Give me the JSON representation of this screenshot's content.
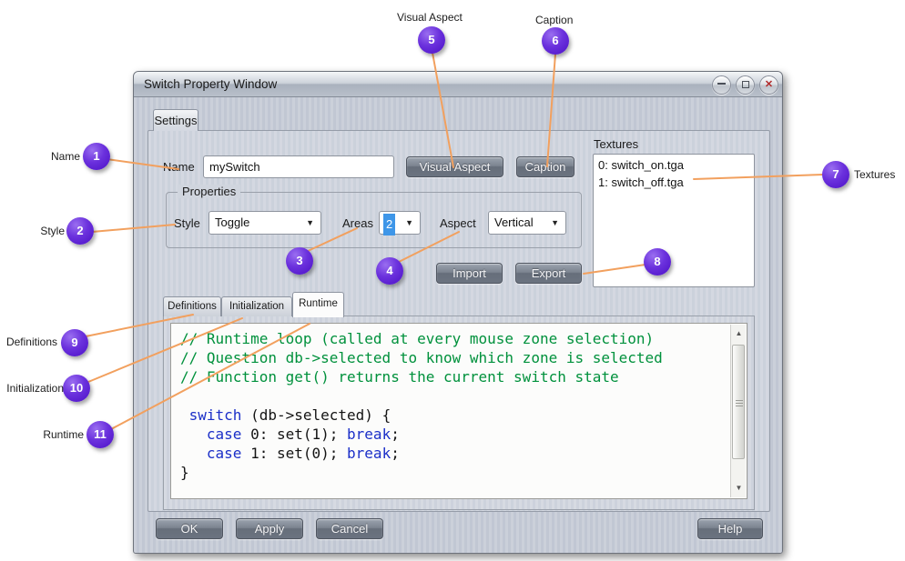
{
  "colors": {
    "callout_purple": "#5a1fd0",
    "connector_orange": "#f2a05e",
    "comment_green": "#00913c",
    "keyword_blue": "#1b2fc8",
    "selection_blue": "#3e96e8"
  },
  "window": {
    "title": "Switch Property Window",
    "controls": [
      {
        "name": "minimize"
      },
      {
        "name": "maximize"
      },
      {
        "name": "close",
        "glyph": "✕"
      }
    ],
    "settings_tab": "Settings",
    "name_row": {
      "label": "Name",
      "value": "mySwitch",
      "visual_aspect_button": "Visual Aspect",
      "caption_button": "Caption"
    },
    "textures": {
      "label": "Textures",
      "items": [
        "0: switch_on.tga",
        "1: switch_off.tga"
      ]
    },
    "properties": {
      "legend": "Properties",
      "style_label": "Style",
      "style_value": "Toggle",
      "areas_label": "Areas",
      "areas_value": "2",
      "aspect_label": "Aspect",
      "aspect_value": "Vertical"
    },
    "import_button": "Import",
    "export_button": "Export",
    "code_tabs": [
      "Definitions",
      "Initialization",
      "Runtime"
    ],
    "active_code_tab": "Runtime",
    "code": {
      "lines": [
        [
          {
            "c": "com",
            "t": "// Runtime loop (called at every mouse zone selection)"
          }
        ],
        [
          {
            "c": "com",
            "t": "// Question db->selected to know which zone is selected"
          }
        ],
        [
          {
            "c": "com",
            "t": "// Function get() returns the current switch state"
          }
        ],
        [],
        [
          {
            "c": "pl",
            "t": " "
          },
          {
            "c": "kw",
            "t": "switch"
          },
          {
            "c": "pl",
            "t": " (db->selected) {"
          }
        ],
        [
          {
            "c": "pl",
            "t": "   "
          },
          {
            "c": "kw",
            "t": "case"
          },
          {
            "c": "pl",
            "t": " 0: set(1); "
          },
          {
            "c": "kw",
            "t": "break"
          },
          {
            "c": "pl",
            "t": ";"
          }
        ],
        [
          {
            "c": "pl",
            "t": "   "
          },
          {
            "c": "kw",
            "t": "case"
          },
          {
            "c": "pl",
            "t": " 1: set(0); "
          },
          {
            "c": "kw",
            "t": "break"
          },
          {
            "c": "pl",
            "t": ";"
          }
        ],
        [
          {
            "c": "pl",
            "t": "}"
          }
        ]
      ]
    },
    "footer_buttons": {
      "ok": "OK",
      "apply": "Apply",
      "cancel": "Cancel",
      "help": "Help"
    }
  },
  "callouts": [
    {
      "num": "1",
      "label": "Name"
    },
    {
      "num": "2",
      "label": "Style"
    },
    {
      "num": "3",
      "label": ""
    },
    {
      "num": "4",
      "label": ""
    },
    {
      "num": "5",
      "label": "Visual Aspect"
    },
    {
      "num": "6",
      "label": "Caption"
    },
    {
      "num": "7",
      "label": "Textures"
    },
    {
      "num": "8",
      "label": ""
    },
    {
      "num": "9",
      "label": "Definitions"
    },
    {
      "num": "10",
      "label": "Initialization"
    },
    {
      "num": "11",
      "label": "Runtime"
    }
  ]
}
